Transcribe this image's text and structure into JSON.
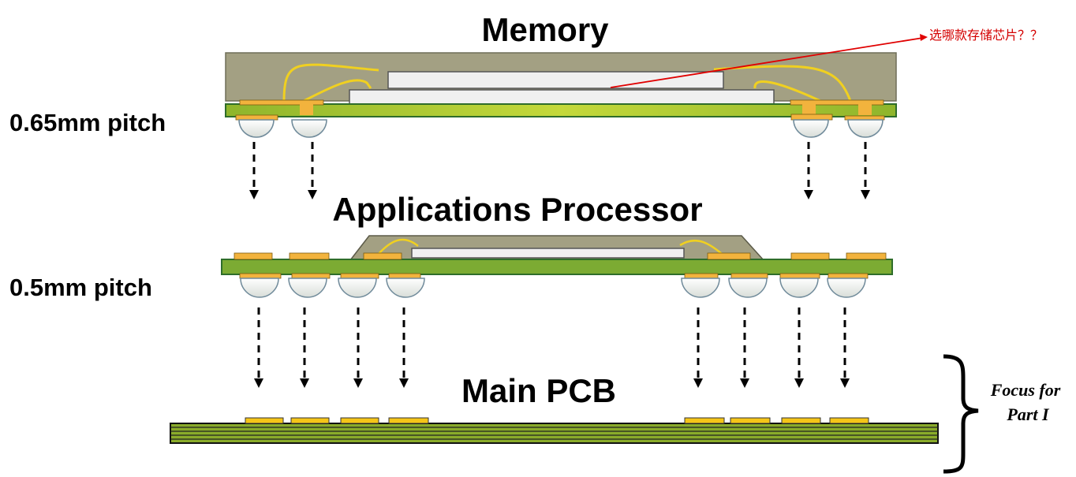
{
  "titles": {
    "memory": "Memory",
    "processor": "Applications Processor",
    "pcb": "Main PCB"
  },
  "pitch_labels": {
    "memory": "0.65mm pitch",
    "processor": "0.5mm pitch"
  },
  "annotation": {
    "text": "选哪款存储芯片？？",
    "color": "#d40000"
  },
  "focus_label": {
    "line1": "Focus for",
    "line2": "Part I"
  },
  "colors": {
    "mold": "#a3a083",
    "substrate": "#9cbf2e",
    "substrate_dark": "#2e7d3a",
    "pad": "#f2b33d",
    "pcb_pad": "#f5c518",
    "die": "#eeeeee",
    "wire": "#f0d020",
    "pcb_green": "#8aab2a",
    "ball": "#f0f0ea"
  },
  "components": {
    "memory_balls": 4,
    "processor_balls": 8,
    "pcb_pads": 8
  }
}
